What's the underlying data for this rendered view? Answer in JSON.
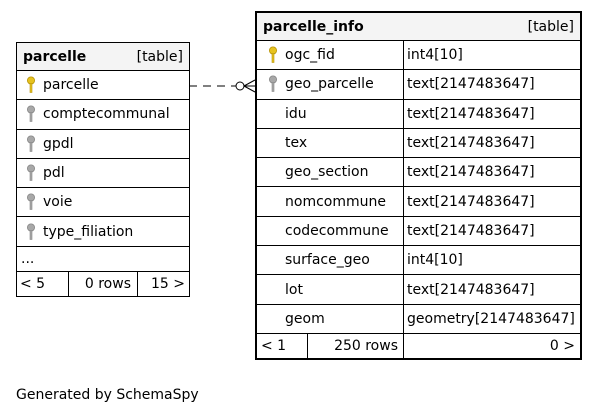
{
  "colors": {
    "primary_key": "#e6c21f",
    "foreign_key": "#a8a8a8",
    "header_bg": "#f4f4f4"
  },
  "parcelle": {
    "name": "parcelle",
    "kind": "[table]",
    "columns": [
      {
        "name": "parcelle",
        "key": "primary-key-icon"
      },
      {
        "name": "comptecommunal",
        "key": "foreign-key-icon"
      },
      {
        "name": "gpdl",
        "key": "foreign-key-icon"
      },
      {
        "name": "pdl",
        "key": "foreign-key-icon"
      },
      {
        "name": "voie",
        "key": "foreign-key-icon"
      },
      {
        "name": "type_filiation",
        "key": "foreign-key-icon"
      }
    ],
    "ellipsis": "...",
    "footer": {
      "parents": "< 5",
      "rows": "0 rows",
      "children": "15 >"
    }
  },
  "parcelle_info": {
    "name": "parcelle_info",
    "kind": "[table]",
    "columns": [
      {
        "name": "ogc_fid",
        "type": "int4[10]",
        "key": "primary-key-icon"
      },
      {
        "name": "geo_parcelle",
        "type": "text[2147483647]",
        "key": "foreign-key-icon"
      },
      {
        "name": "idu",
        "type": "text[2147483647]",
        "key": ""
      },
      {
        "name": "tex",
        "type": "text[2147483647]",
        "key": ""
      },
      {
        "name": "geo_section",
        "type": "text[2147483647]",
        "key": ""
      },
      {
        "name": "nomcommune",
        "type": "text[2147483647]",
        "key": ""
      },
      {
        "name": "codecommune",
        "type": "text[2147483647]",
        "key": ""
      },
      {
        "name": "surface_geo",
        "type": "int4[10]",
        "key": ""
      },
      {
        "name": "lot",
        "type": "text[2147483647]",
        "key": ""
      },
      {
        "name": "geom",
        "type": "geometry[2147483647]",
        "key": ""
      }
    ],
    "footer": {
      "parents": "< 1",
      "rows": "250 rows",
      "children": "0 >"
    }
  },
  "generated_by": "Generated by SchemaSpy"
}
